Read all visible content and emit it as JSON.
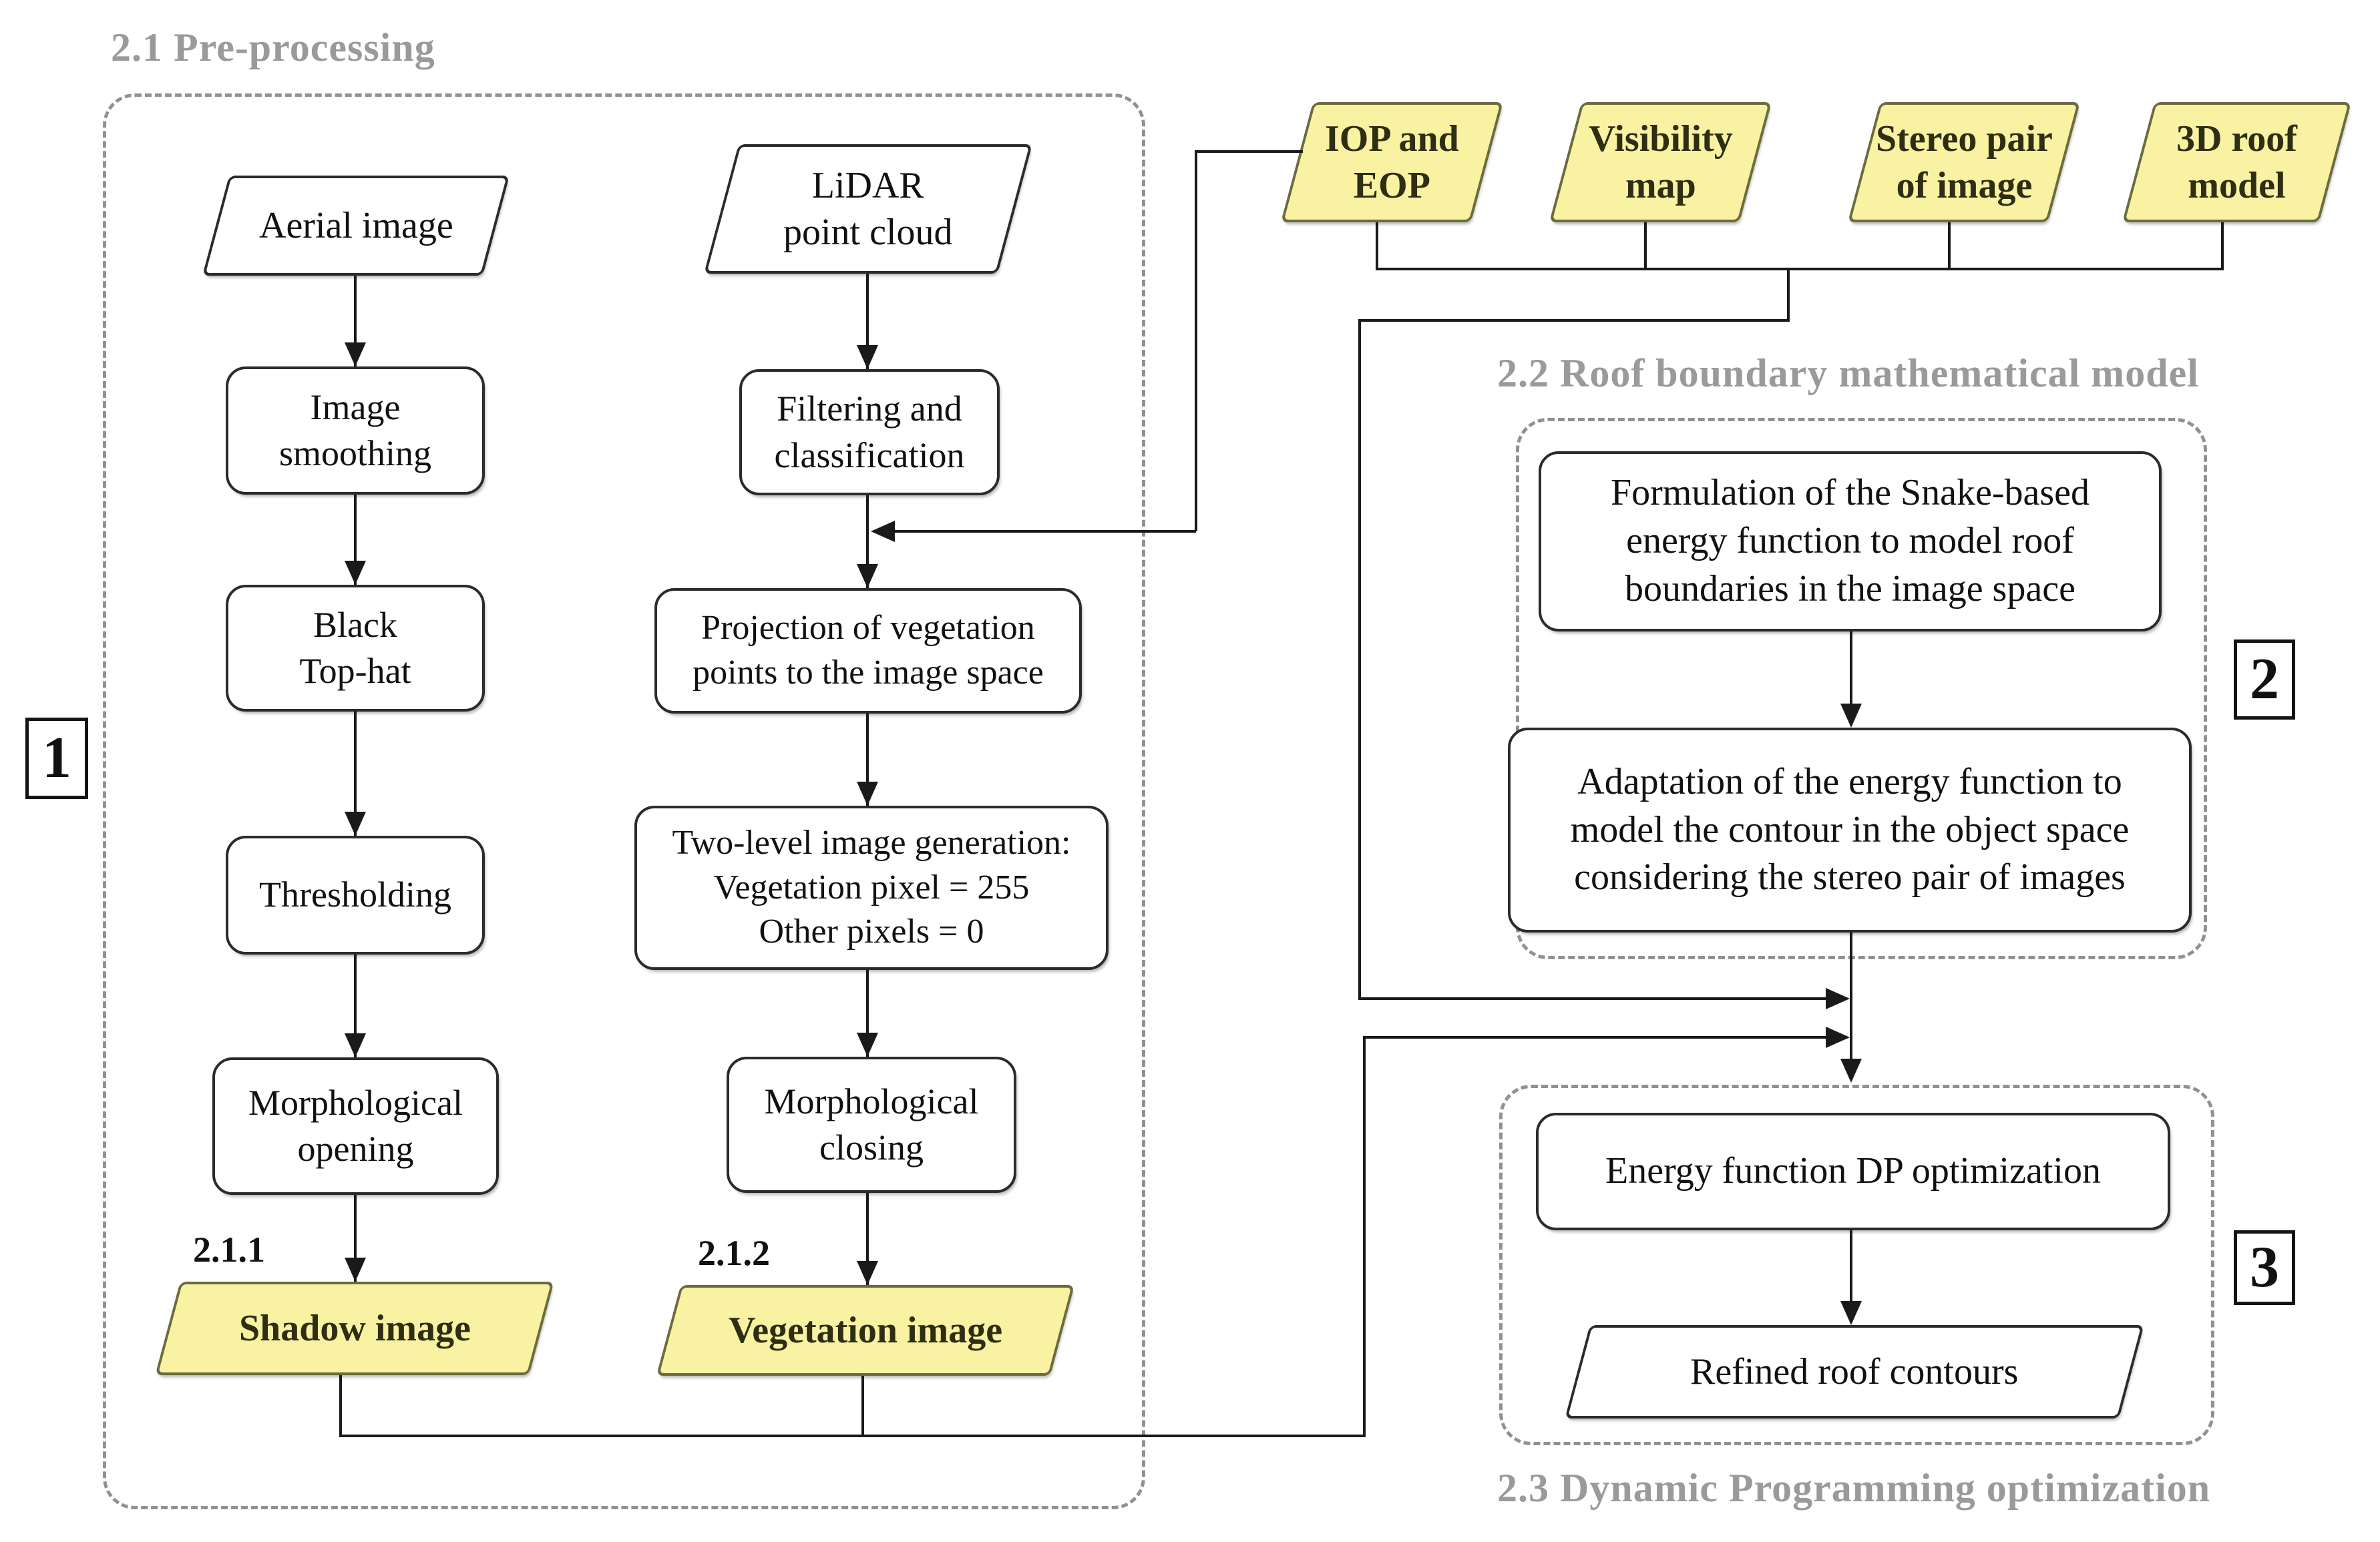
{
  "titles": {
    "s1": "2.1 Pre-processing",
    "s2": "2.2 Roof boundary mathematical model",
    "s3": "2.3 Dynamic Programming optimization"
  },
  "badges": {
    "s1": "1",
    "s2": "2",
    "s3": "3"
  },
  "sublabels": {
    "shadow": "2.1.1",
    "vegetation": "2.1.2"
  },
  "nodes": {
    "aerial": {
      "label": "Aerial image"
    },
    "smoothing": {
      "label": "Image\nsmoothing"
    },
    "tophat": {
      "label": "Black\nTop-hat"
    },
    "thresholding": {
      "label": "Thresholding"
    },
    "morphopen": {
      "label": "Morphological\nopening"
    },
    "shadow": {
      "label": "Shadow image"
    },
    "lidar": {
      "label": "LiDAR\npoint cloud"
    },
    "filtering": {
      "label": "Filtering and\nclassification"
    },
    "projection": {
      "label": "Projection of vegetation\npoints to the image space"
    },
    "twolevel": {
      "label": "Two-level image generation:\nVegetation pixel = 255\nOther pixels = 0"
    },
    "morphclose": {
      "label": "Morphological\nclosing"
    },
    "vegetation": {
      "label": "Vegetation image"
    },
    "iop": {
      "label": "IOP and\nEOP"
    },
    "visibility": {
      "label": "Visibility\nmap"
    },
    "stereo": {
      "label": "Stereo pair\nof image"
    },
    "roofmodel": {
      "label": "3D roof\nmodel"
    },
    "formulation": {
      "label": "Formulation of the Snake-based\nenergy function to model roof\nboundaries in the image space"
    },
    "adaptation": {
      "label": "Adaptation of the energy function to\nmodel the contour in the object space\nconsidering the stereo pair of images"
    },
    "dpopt": {
      "label": "Energy function DP optimization"
    },
    "refined": {
      "label": "Refined roof contours"
    }
  },
  "colors": {
    "io_fill": "#f9f2a2",
    "io_border": "#6b6b3d",
    "box_border": "#2b2b2b",
    "dashed_border": "#919191",
    "section_title": "#9a9a9a",
    "line": "#1a1a1a"
  }
}
